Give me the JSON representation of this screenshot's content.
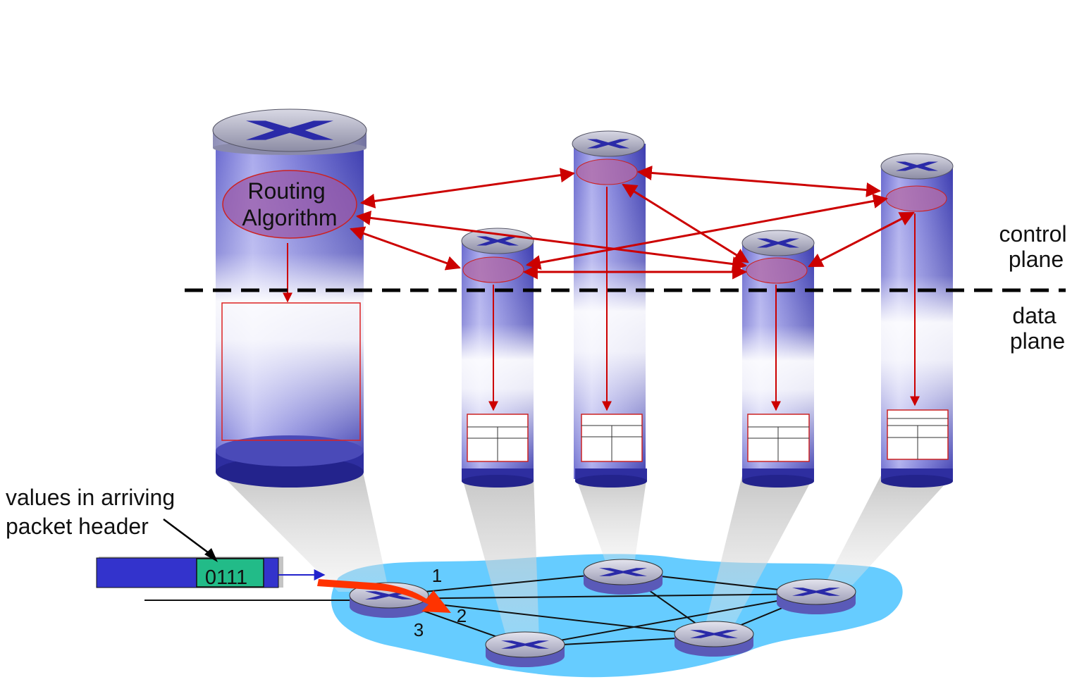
{
  "routing_label": [
    "Routing",
    "Algorithm"
  ],
  "plane_labels": {
    "control": [
      "control",
      "plane"
    ],
    "data": [
      "data",
      "plane"
    ]
  },
  "packet": {
    "caption": [
      "values in arriving",
      "packet header"
    ],
    "header_value": "0111"
  },
  "ports": [
    "1",
    "2",
    "3"
  ],
  "colors": {
    "cylinder_blue": "#3a3ab8",
    "control_arrow": "#cc0000",
    "network_cloud": "#66ccff",
    "packet_body": "#3333cc",
    "header_field": "#22bb88",
    "forward_arrow": "#ff3300"
  },
  "icons": [
    "router-icon",
    "router-cross-icon"
  ]
}
